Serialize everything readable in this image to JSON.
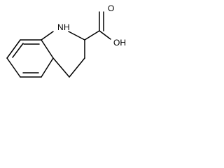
{
  "structure": {
    "atoms": {
      "nitrogen_label": "N",
      "nitrogen_hydrogen_label": "H",
      "hydroxyl_label": "OH",
      "carbonyl_oxygen_label": "O"
    }
  }
}
